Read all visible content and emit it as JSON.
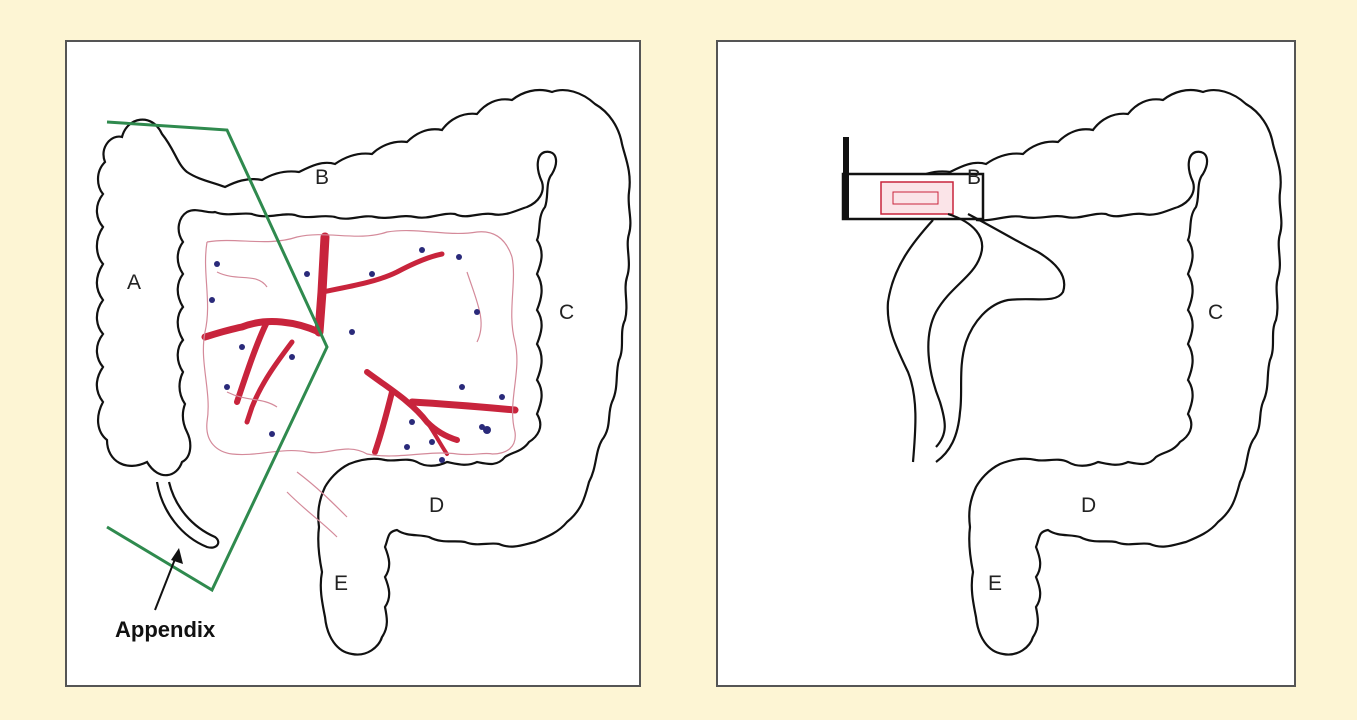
{
  "diagrams": [
    {
      "labels": {
        "a": "A",
        "b": "B",
        "c": "C",
        "d": "D",
        "e": "E"
      },
      "callout": "Appendix"
    },
    {
      "labels": {
        "b": "B",
        "c": "C",
        "d": "D",
        "e": "E"
      }
    }
  ],
  "colors": {
    "background": "#fdf5d4",
    "outline": "#111111",
    "resection_line": "#2f8a4e",
    "vessels": "#c8243c",
    "lymph_nodes": "#2a2a7a"
  }
}
